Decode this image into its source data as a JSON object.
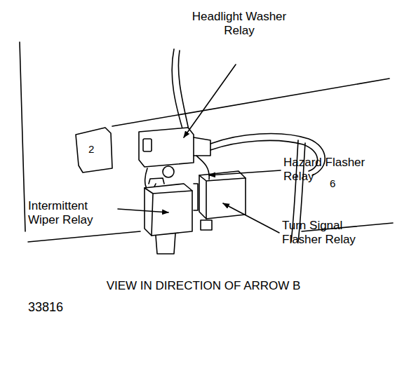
{
  "diagram": {
    "caption": "VIEW IN DIRECTION OF ARROW B",
    "labels": [
      "Headlight Washer Relay",
      "Hazard Flasher Relay",
      "Intermittent Wiper Relay",
      "Turn Signal Flasher Relay",
      "33816",
      "2",
      "6"
    ]
  }
}
